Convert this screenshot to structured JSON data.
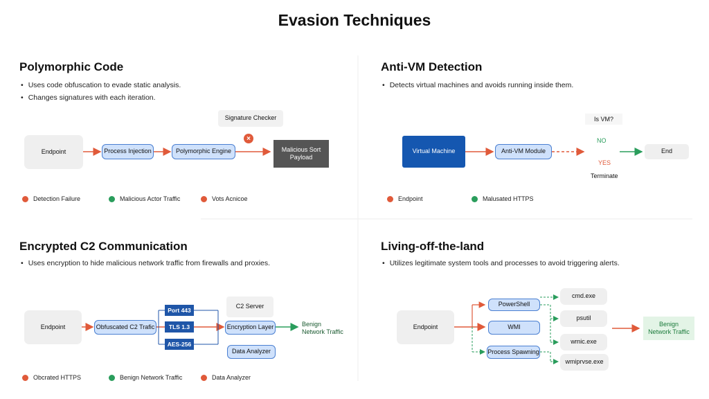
{
  "title": "Evasion Techniques",
  "colors": {
    "orange": "#e05a3a",
    "green": "#2a9d5c",
    "blue": "#1557b0",
    "dark_grey": "#555555"
  },
  "polymorphic": {
    "title": "Polymorphic Code",
    "bullets": [
      "Uses code obfuscation to evade static analysis.",
      "Changes signatures with each iteration."
    ],
    "nodes": {
      "endpoint": "Endpoint",
      "process_injection": "Process Injection",
      "polymorphic_engine": "Polymorphic Engine",
      "signature_checker": "Signature Checker",
      "payload_line1": "Malicious Sort",
      "payload_line2": "Payload"
    },
    "legend": [
      "Detection Failure",
      "Malicious Actor Traffic",
      "Vots Acnicoe"
    ]
  },
  "antivm": {
    "title": "Anti-VM Detection",
    "bullets": [
      "Detects virtual machines and avoids running inside them."
    ],
    "nodes": {
      "virtual_machine": "Virtual Machine",
      "antivm_module": "Anti-VM Module",
      "question": "Is VM?",
      "no": "NO",
      "yes": "YES",
      "terminate": "Terminate",
      "end": "End"
    },
    "legend": [
      "Endpoint",
      "Malusated HTTPS"
    ]
  },
  "c2": {
    "title": "Encrypted C2 Communication",
    "bullets": [
      "Uses encryption to hide malicious network traffic from firewalls and proxies."
    ],
    "nodes": {
      "endpoint": "Endpoint",
      "obfuscated": "Obfuscated C2 Trafic",
      "port": "Port 443",
      "tls": "TLS 1.3",
      "aes": "AES-256",
      "c2_server": "C2 Server",
      "encryption_layer": "Encryption Layer",
      "data_analyzer": "Data Analyzer",
      "benign_line1": "Benign",
      "benign_line2": "Network Traffic"
    },
    "legend": [
      "Obcrated HTTPS",
      "Benign Network Traffic",
      "Data Analyzer"
    ]
  },
  "lotl": {
    "title": "Living-off-the-land",
    "bullets": [
      "Utilizes legitimate system tools and processes to avoid triggering alerts."
    ],
    "nodes": {
      "endpoint": "Endpoint",
      "powershell": "PowerShell",
      "wmi": "WMI",
      "process_spawning": "Process Spawning",
      "cmd": "cmd.exe",
      "psutil": "psutil",
      "wmic": "wmic.exe",
      "wmiprvse": "wmiprvse.exe",
      "benign_line1": "Benign",
      "benign_line2": "Network Traffic"
    }
  }
}
